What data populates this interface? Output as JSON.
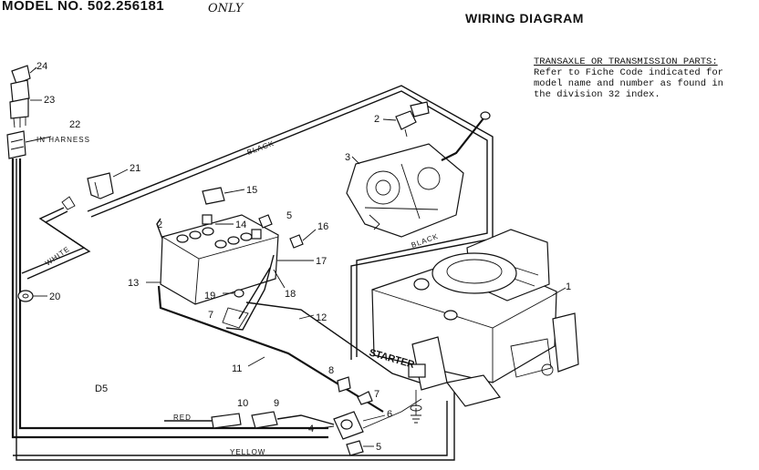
{
  "header": {
    "model": "MODEL NO. 502.256181",
    "only": "ONLY",
    "title": "WIRING DIAGRAM"
  },
  "note": {
    "heading": "TRANSAXLE OR TRANSMISSION PARTS:",
    "lines": [
      "Refer to Fiche Code indicated for",
      "model name and number as found in",
      "the division 32 index."
    ]
  },
  "wires": {
    "black_top": "BLACK",
    "black_mid": "BLACK",
    "white": "WHITE",
    "red": "RED",
    "yellow": "YELLOW",
    "in_harness": "IN HARNESS",
    "starter": "STARTER"
  },
  "callouts": {
    "c24": "24",
    "c23": "23",
    "c22": "22",
    "c21": "21",
    "c20": "20",
    "c19": "19",
    "c18": "18",
    "c17": "17",
    "c16": "16",
    "c15": "15",
    "c14": "14",
    "c13": "13",
    "c12": "12",
    "c11": "11",
    "c10": "10",
    "c9": "9",
    "c8": "8",
    "c7": "7",
    "c6": "6",
    "c5a": "5",
    "c5b": "5",
    "c4": "4",
    "c3": "3",
    "c2": "2",
    "c2b": "2",
    "c1": "1",
    "d5": "D5"
  }
}
